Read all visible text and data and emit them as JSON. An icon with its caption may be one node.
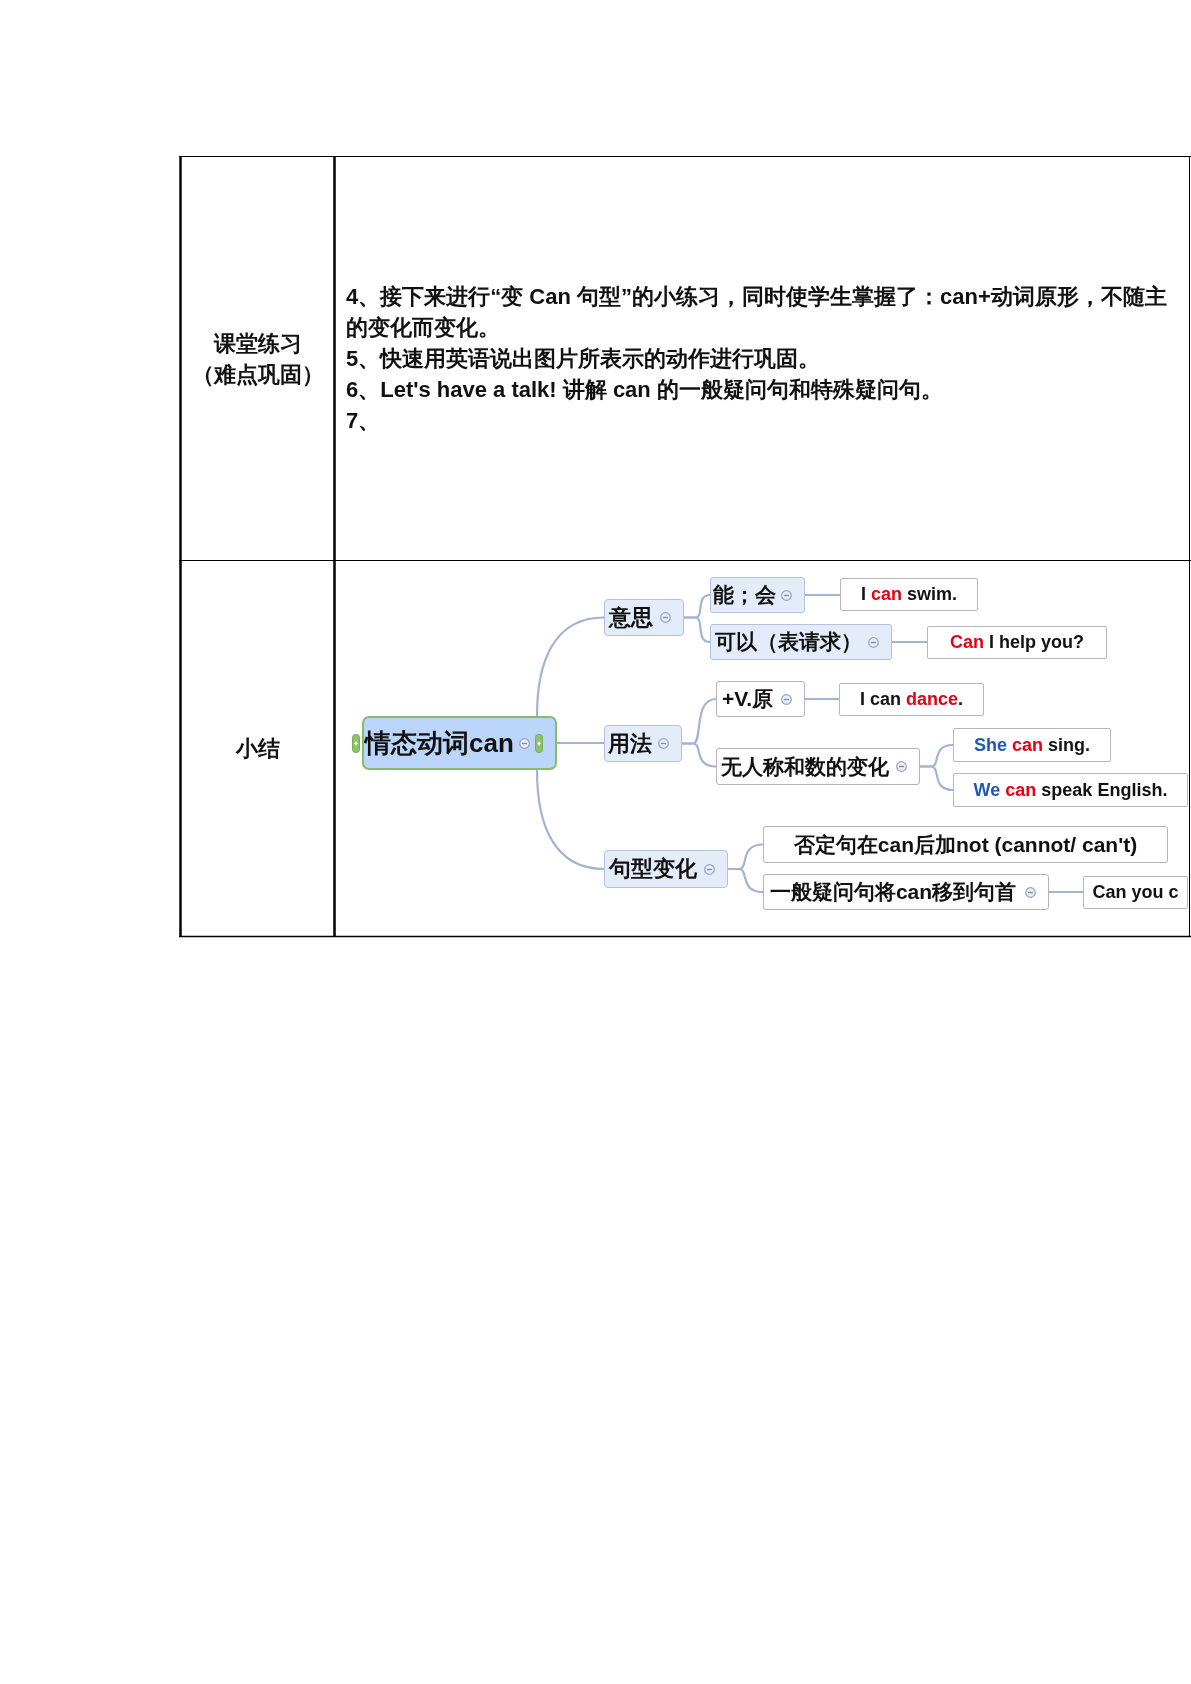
{
  "diagram": {
    "nodes": [
      {
        "text": [
          "情态动词can"
        ]
      },
      {
        "text": [
          "意思"
        ]
      },
      {
        "text": [
          "能；会"
        ]
      },
      {
        "text": [
          "I can swim."
        ]
      },
      {
        "text": [
          "可以（表请求）"
        ]
      },
      {
        "text": [
          "Can I help you?"
        ]
      },
      {
        "text": [
          "用法"
        ]
      },
      {
        "text": [
          "+V.原"
        ]
      },
      {
        "text": [
          "I can dance."
        ]
      },
      {
        "text": [
          "无人称和数的变化"
        ]
      },
      {
        "text": [
          "She can sing."
        ]
      },
      {
        "text": [
          "We can speak English."
        ]
      },
      {
        "text": [
          "句型变化"
        ]
      },
      {
        "text": [
          "否定句在can后加not (cannot/ can't)"
        ]
      },
      {
        "text": [
          "一般疑问句将can移到句首"
        ]
      },
      {
        "text": [
          "Can you c"
        ]
      }
    ],
    "edges": [
      {
        "from": 0,
        "to": 1,
        "arrow": "none"
      },
      {
        "from": 0,
        "to": 6,
        "arrow": "none"
      },
      {
        "from": 0,
        "to": 12,
        "arrow": "none"
      },
      {
        "from": 1,
        "to": 2,
        "arrow": "none"
      },
      {
        "from": 1,
        "to": 4,
        "arrow": "none"
      },
      {
        "from": 2,
        "to": 3,
        "arrow": "none"
      },
      {
        "from": 4,
        "to": 5,
        "arrow": "none"
      },
      {
        "from": 6,
        "to": 7,
        "arrow": "none"
      },
      {
        "from": 6,
        "to": 9,
        "arrow": "none"
      },
      {
        "from": 7,
        "to": 8,
        "arrow": "none"
      },
      {
        "from": 9,
        "to": 10,
        "arrow": "none"
      },
      {
        "from": 9,
        "to": 11,
        "arrow": "none"
      },
      {
        "from": 12,
        "to": 13,
        "arrow": "none"
      },
      {
        "from": 12,
        "to": 14,
        "arrow": "none"
      },
      {
        "from": 14,
        "to": 15,
        "arrow": "none"
      }
    ],
    "labels": [
      "课堂练习",
      "（难点巩固）",
      "4、接下来进行“变 Can 句型”的小练习，同时使学生掌握了：can+动词原形，不随主的变化而变化。",
      "5、快速用英语说出图片所表示的动作进行巩固。",
      "6、Let's have a talk! 讲解 can 的一般疑问句和特殊疑问句。",
      "7、",
      "小结"
    ]
  }
}
